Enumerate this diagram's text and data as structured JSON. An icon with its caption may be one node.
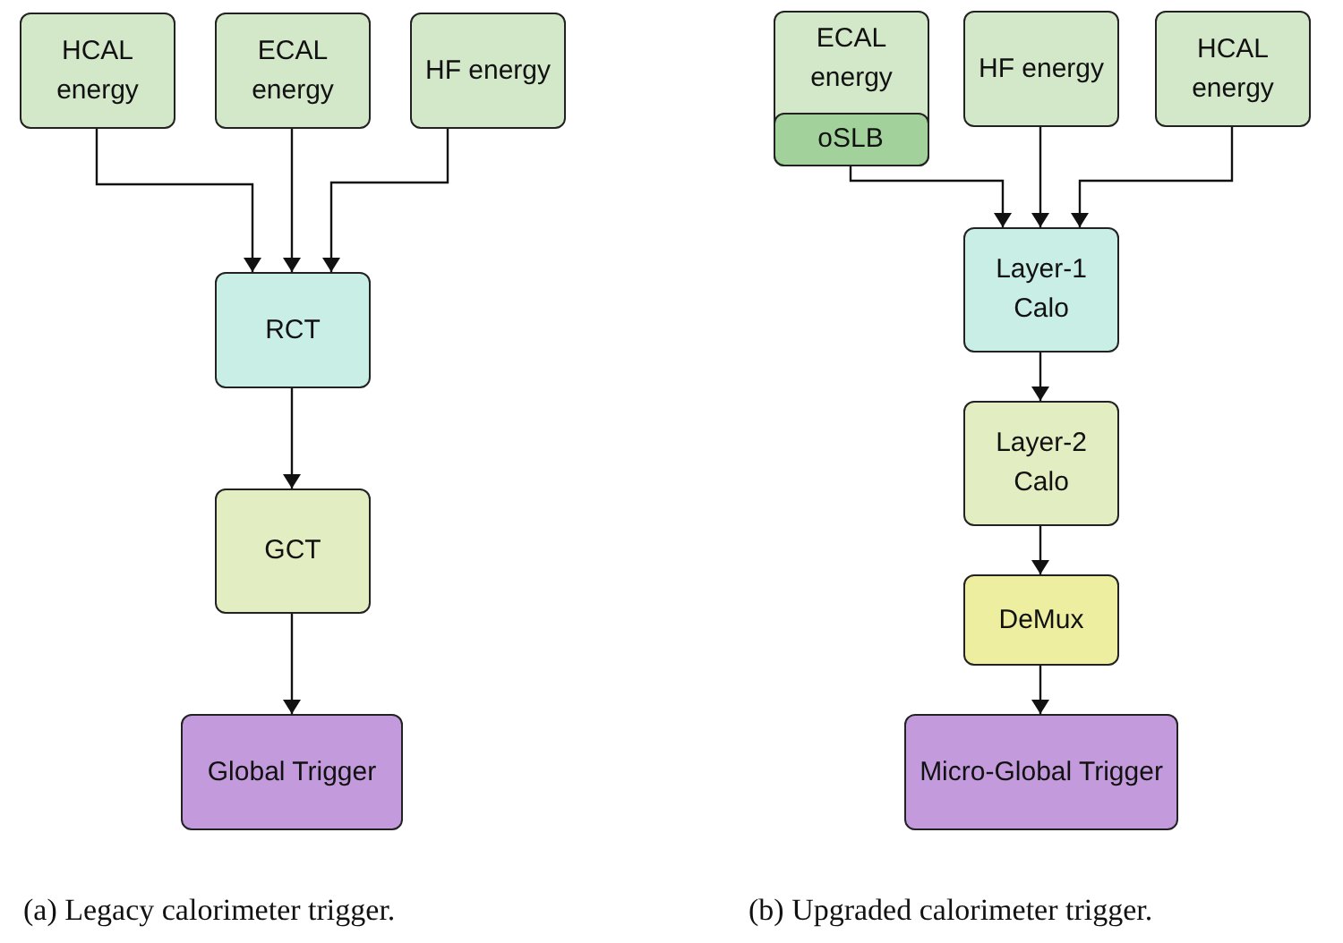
{
  "diagram": {
    "nodes": [
      {
        "text": [
          "HCAL energy"
        ]
      },
      {
        "text": [
          "ECAL energy"
        ]
      },
      {
        "text": [
          "HF energy"
        ]
      },
      {
        "text": [
          "RCT"
        ]
      },
      {
        "text": [
          "GCT"
        ]
      },
      {
        "text": [
          "Global Trigger"
        ]
      },
      {
        "text": [
          "ECAL energy"
        ]
      },
      {
        "text": [
          "oSLB"
        ],
        "in": 6
      },
      {
        "text": [
          "HF energy"
        ]
      },
      {
        "text": [
          "HCAL energy"
        ]
      },
      {
        "text": [
          "Layer-1 Calo"
        ]
      },
      {
        "text": [
          "Layer-2 Calo"
        ]
      },
      {
        "text": [
          "DeMux"
        ]
      },
      {
        "text": [
          "Micro-Global Trigger"
        ]
      }
    ],
    "edges": [
      {
        "from": 0,
        "to": 3,
        "arrow": "to"
      },
      {
        "from": 1,
        "to": 3,
        "arrow": "to"
      },
      {
        "from": 2,
        "to": 3,
        "arrow": "to"
      },
      {
        "from": 3,
        "to": 4,
        "arrow": "to"
      },
      {
        "from": 4,
        "to": 5,
        "arrow": "to"
      },
      {
        "from": 7,
        "to": 10,
        "arrow": "to"
      },
      {
        "from": 8,
        "to": 10,
        "arrow": "to"
      },
      {
        "from": 9,
        "to": 10,
        "arrow": "to"
      },
      {
        "from": 10,
        "to": 11,
        "arrow": "to"
      },
      {
        "from": 11,
        "to": 12,
        "arrow": "to"
      },
      {
        "from": 12,
        "to": 13,
        "arrow": "to"
      }
    ],
    "labels": [
      "(a) Legacy calorimeter trigger.",
      "(b) Upgraded calorimeter trigger."
    ]
  }
}
